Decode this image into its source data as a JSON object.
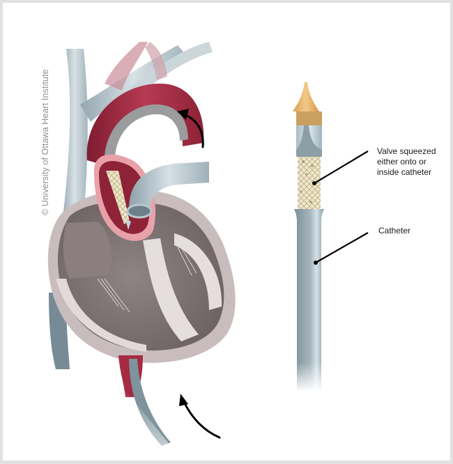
{
  "figure": {
    "subject": "Transcatheter aortic valve delivery",
    "credit": "© University of Ottawa Heart Institute",
    "callouts": [
      {
        "id": "valve",
        "text": "Valve squeezed either onto or inside catheter",
        "lines": [
          "Valve squeezed",
          "either onto or",
          "inside catheter"
        ]
      },
      {
        "id": "catheter",
        "text": "Catheter"
      }
    ],
    "arrows": [
      {
        "id": "upper-arrow",
        "meaning": "direction of valve passage around aortic arch"
      },
      {
        "id": "lower-arrow",
        "meaning": "direction of catheter insertion"
      }
    ]
  },
  "colors": {
    "border": "#e1e1e1",
    "background": "#ffffff",
    "vessel_red": "#a3283f",
    "vein_blue": "#b7c6cf",
    "myocardium": "#d9d0d0",
    "catheter": "#8fa2aa",
    "tip": "#e9b56b",
    "stent": "#e8dfc0",
    "text": "#1a1a1a",
    "credit_text": "#8e8e8e"
  }
}
